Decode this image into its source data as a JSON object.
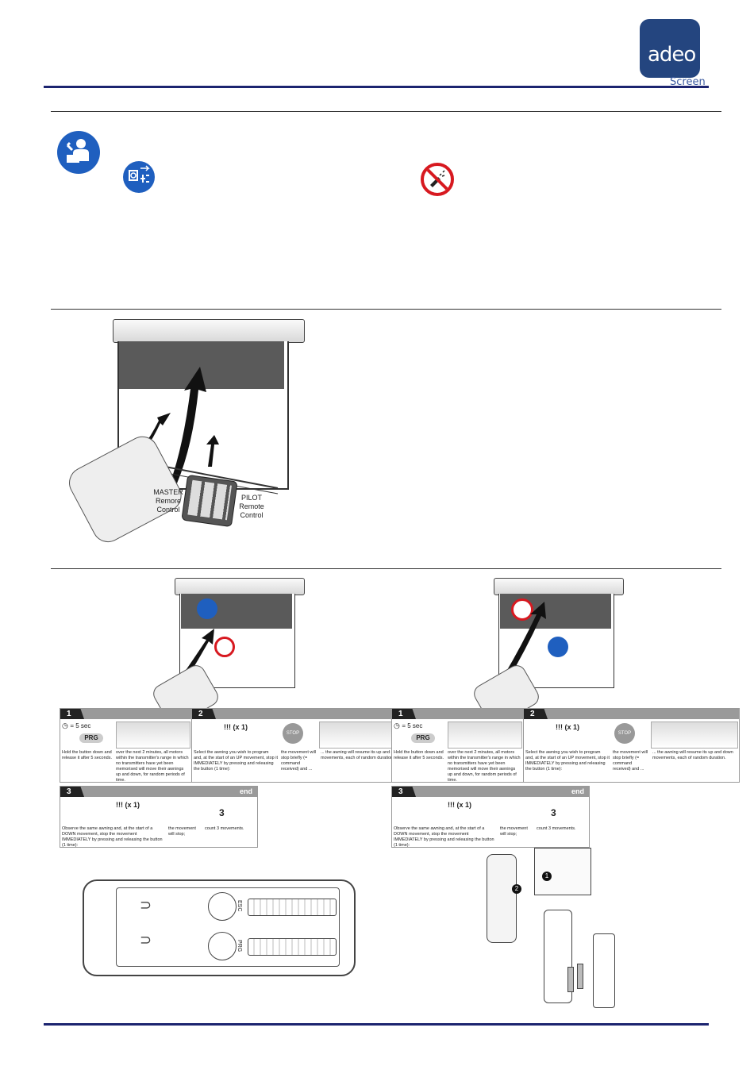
{
  "brand": {
    "logo_text": "adeo",
    "logo_sub": "Screen",
    "primary_color": "#24457f",
    "rule_color": "#1c2470"
  },
  "icons": {
    "technician": "technician-manual-icon",
    "unplug": "unplug-power-icon",
    "no_cleaning": "no-spray-cleaning-icon"
  },
  "remote_labels": {
    "master": "MASTER\nRemore\nControl",
    "master_lines": [
      "MASTER",
      "Remore",
      "Control"
    ],
    "pilot_lines": [
      "PILOT",
      "Remote",
      "Control"
    ]
  },
  "procedure": {
    "step1": {
      "number": "1",
      "timer": "= 5 sec",
      "button": "PRG",
      "text_a": "Hold the button down and release it after 5 seconds.",
      "text_b": "over the next 2 minutes, all motors within the transmitter's range in which no transmitters have yet been memorised will move their awnings up and down, for random periods of time."
    },
    "step2": {
      "number": "2",
      "count": "!!! (x 1)",
      "stop": "STOP",
      "text_a": "Select the awning you wish to program and, at the start of an UP movement, stop it IMMEDIATELY by pressing and releasing the button (1 time):",
      "text_b": "the movement will stop briefly (= command received) and ...",
      "text_c": "... the awning will resume its up and down movements, each of random duration."
    },
    "step3": {
      "number": "3",
      "end": "end",
      "count": "!!! (x 1)",
      "movements": "3",
      "text_a": "Observe the same awning and, at the start of a DOWN movement, stop the movement IMMEDIATELY by pressing and releasing the button (1 time):",
      "text_b": "the movement will stop;",
      "text_c": "count 3 movements."
    }
  },
  "battery": {
    "esc": "ESC",
    "prg": "PRG",
    "step_1": "1",
    "step_2": "2"
  }
}
